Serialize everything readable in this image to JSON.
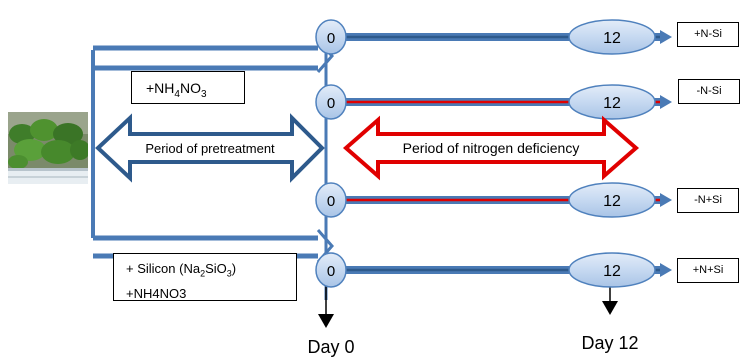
{
  "treatments": {
    "nh4no3": {
      "prefix": "+NH",
      "sub1": "4",
      "mid": "NO",
      "sub2": "3"
    },
    "silicon": {
      "line1_prefix": "+ Silicon (Na",
      "line1_sub1": "2",
      "line1_mid": "SiO",
      "line1_sub2": "3",
      "line1_suffix": ")",
      "line2": "+NH4NO3"
    }
  },
  "arrows": {
    "pretreatment": "Period of pretreatment",
    "deficiency": "Period of nitrogen deficiency"
  },
  "lines": [
    {
      "start": "0",
      "end": "12",
      "label": "+N-Si",
      "center_color": "#2e5a8c"
    },
    {
      "start": "0",
      "end": "12",
      "label": "-N-Si",
      "center_color": "#e00000"
    },
    {
      "start": "0",
      "end": "12",
      "label": "-N+Si",
      "center_color": "#e00000"
    },
    {
      "start": "0",
      "end": "12",
      "label": "+N+Si",
      "center_color": "#2e5a8c"
    }
  ],
  "days": {
    "start": "Day 0",
    "end": "Day 12"
  },
  "colors": {
    "blue_line": "#4a7ab5",
    "dark_blue": "#2e5a8c",
    "ellipse_fill": "#c6d9f1",
    "ellipse_stroke": "#4f81bd",
    "red": "#e00000"
  }
}
